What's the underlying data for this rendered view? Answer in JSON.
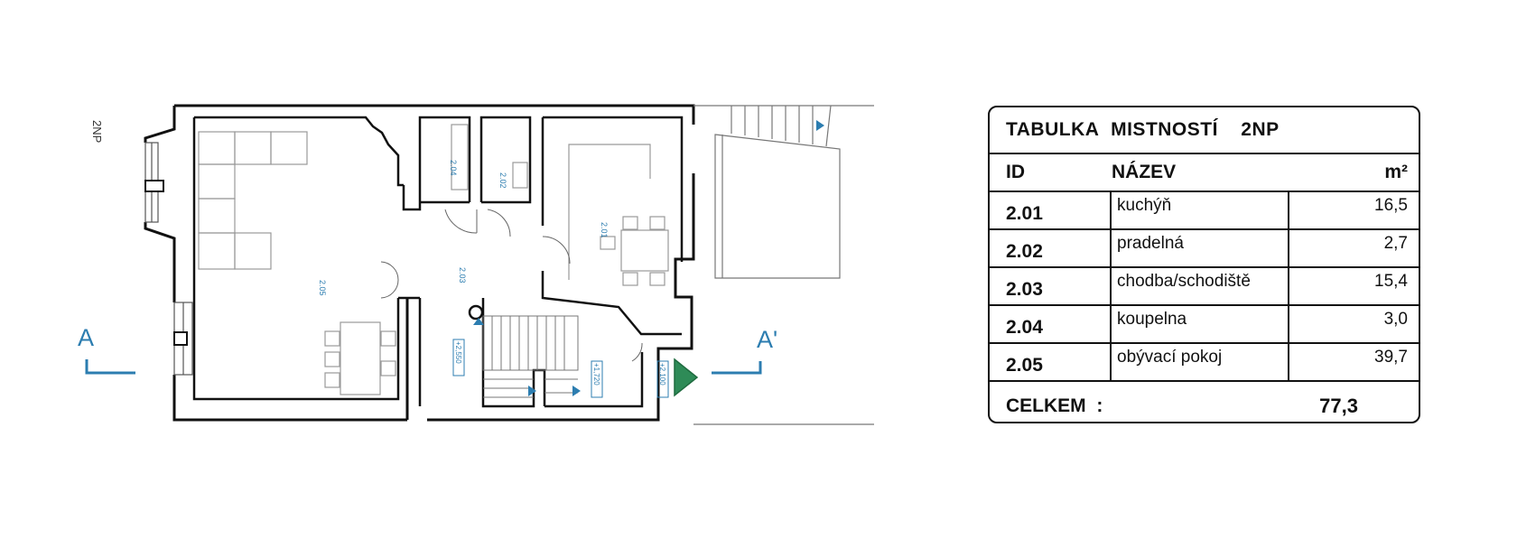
{
  "floor_label": "2NP",
  "rooms": {
    "r205": "2.05",
    "r204": "2.04",
    "r202": "2.02",
    "r203": "2.03",
    "r201": "2.01"
  },
  "levels": {
    "l1": "+2,550",
    "l2": "+1,720",
    "l3": "+2,100"
  },
  "section": {
    "left": "A",
    "right": "A'"
  },
  "table": {
    "title_word1": "TABULKA",
    "title_word2": "MISTNOSTÍ",
    "title_word3": "2NP",
    "col_id": "ID",
    "col_name": "NÁZEV",
    "col_unit": "m²",
    "rows": [
      {
        "id": "2.01",
        "name": "kuchýň",
        "area": "16,5"
      },
      {
        "id": "2.02",
        "name": "pradelná",
        "area": "2,7"
      },
      {
        "id": "2.03",
        "name": "chodba/schodiště",
        "area": "15,4"
      },
      {
        "id": "2.04",
        "name": "koupelna",
        "area": "3,0"
      },
      {
        "id": "2.05",
        "name": "obývací pokoj",
        "area": "39,7"
      }
    ],
    "total_label": "CELKEM  :",
    "total_value": "77,3"
  },
  "colors": {
    "annotation": "#2c7db0",
    "wall": "#111111",
    "entrance_arrow": "#2e8b57"
  }
}
